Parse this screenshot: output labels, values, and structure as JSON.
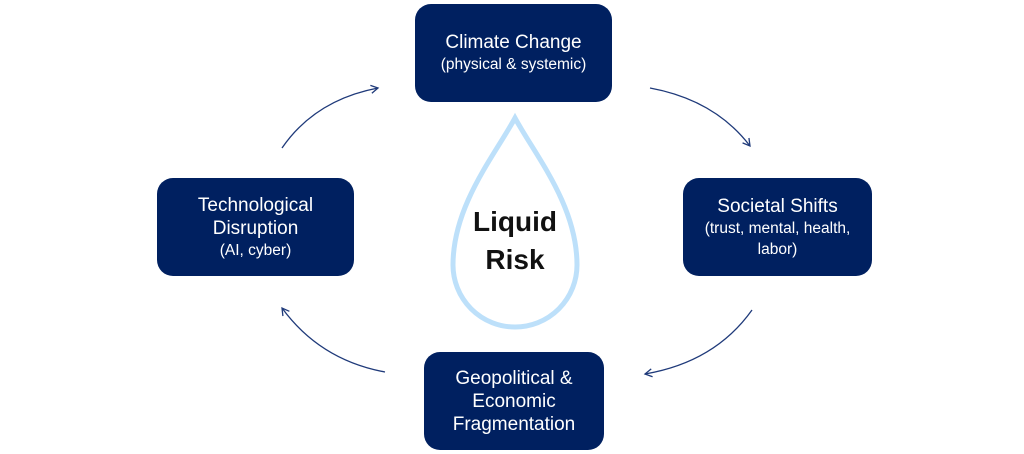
{
  "center": {
    "line1": "Liquid",
    "line2": "Risk"
  },
  "nodes": {
    "climate": {
      "title": "Climate Change",
      "subtitle": "(physical & systemic)"
    },
    "societal": {
      "title": "Societal Shifts",
      "subtitle": "(trust, mental, health, labor)"
    },
    "geopolitical": {
      "title_line1": "Geopolitical &",
      "title_line2": "Economic",
      "title_line3": "Fragmentation"
    },
    "technological": {
      "title_line1": "Technological",
      "title_line2": "Disruption",
      "subtitle": "(AI, cyber)"
    }
  },
  "colors": {
    "box": "#002060",
    "drop": "#BDE0FA",
    "arrow": "#1F3A7A"
  }
}
